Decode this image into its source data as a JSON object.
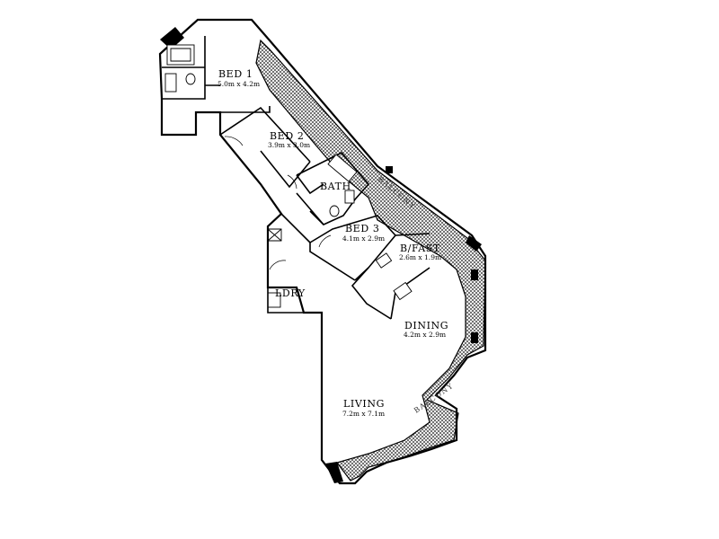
{
  "rooms": [
    {
      "id": "bed1",
      "name": "BED 1",
      "dims": "5.0m x 4.2m"
    },
    {
      "id": "bed2",
      "name": "BED 2",
      "dims": "3.9m x 3.0m"
    },
    {
      "id": "bath",
      "name": "BATH",
      "dims": ""
    },
    {
      "id": "bed3",
      "name": "BED 3",
      "dims": "4.1m x 2.9m"
    },
    {
      "id": "bfast",
      "name": "B/FAST",
      "dims": "2.6m x 1.9m"
    },
    {
      "id": "ldry",
      "name": "LDRY",
      "dims": ""
    },
    {
      "id": "dining",
      "name": "DINING",
      "dims": "4.2m x 2.9m"
    },
    {
      "id": "living",
      "name": "LIVING",
      "dims": "7.2m x 7.1m"
    }
  ],
  "balconies": [
    {
      "id": "balcony-upper",
      "label": "BALCONY"
    },
    {
      "id": "balcony-lower",
      "label": "BALCONY"
    }
  ],
  "colors": {
    "line": "#000000",
    "hatch": "#222222",
    "background": "#ffffff"
  }
}
